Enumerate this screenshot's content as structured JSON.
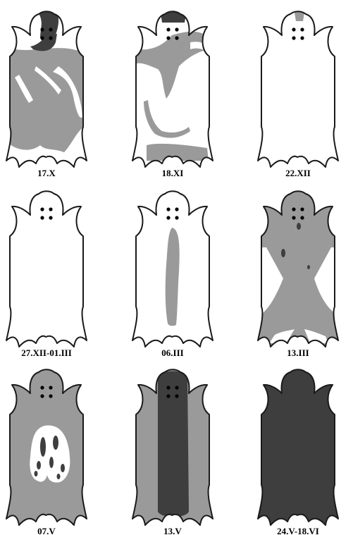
{
  "colors": {
    "background": "#ffffff",
    "outline": "#1a1a1a",
    "light_gray": "#9a9a9a",
    "dark_gray": "#3e3e3e",
    "white": "#ffffff"
  },
  "panels": [
    {
      "label": "17.X",
      "fill": "white",
      "pattern": "irregular-gray-patches"
    },
    {
      "label": "18.XI",
      "fill": "white",
      "pattern": "partial-gray-patches"
    },
    {
      "label": "22.XII",
      "fill": "white",
      "pattern": "small-head-patch"
    },
    {
      "label": "27.XII-01.III",
      "fill": "white",
      "pattern": "none"
    },
    {
      "label": "06.III",
      "fill": "white",
      "pattern": "central-stripe"
    },
    {
      "label": "13.III",
      "fill": "gray",
      "pattern": "hourglass-gray"
    },
    {
      "label": "07.V",
      "fill": "gray",
      "pattern": "white-oval-with-spots"
    },
    {
      "label": "13.V",
      "fill": "gray",
      "pattern": "dark-central-band"
    },
    {
      "label": "24.V-18.VI",
      "fill": "dark",
      "pattern": "fully-dark"
    }
  ]
}
